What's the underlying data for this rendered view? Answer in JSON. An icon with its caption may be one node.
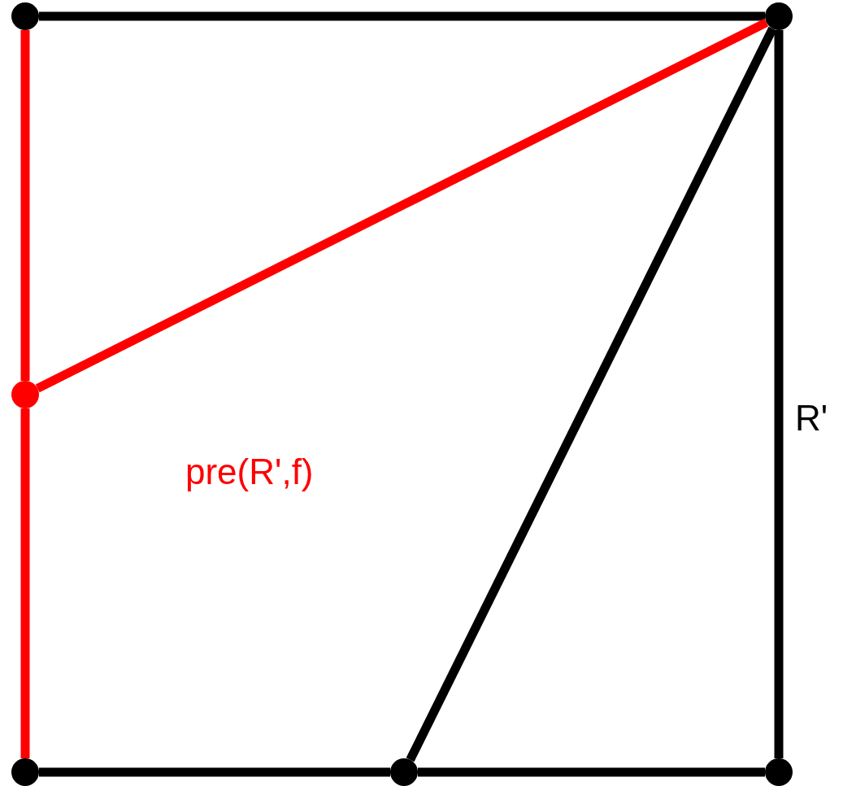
{
  "diagram": {
    "nodes": [
      {
        "text": [],
        "shape": "circle"
      },
      {
        "text": [],
        "shape": "circle"
      },
      {
        "text": [],
        "shape": "circle"
      },
      {
        "text": [],
        "shape": "circle"
      },
      {
        "text": [],
        "shape": "circle"
      },
      {
        "text": [],
        "shape": "circle"
      }
    ],
    "edges": [
      {
        "from": 0,
        "to": 1,
        "arrow": "none"
      },
      {
        "from": 0,
        "to": 2,
        "arrow": "none",
        "color": "#ff0000"
      },
      {
        "from": 2,
        "to": 3,
        "arrow": "none",
        "color": "#ff0000"
      },
      {
        "from": 2,
        "to": 1,
        "arrow": "none",
        "color": "#ff0000"
      },
      {
        "from": 1,
        "to": 4,
        "arrow": "none"
      },
      {
        "from": 1,
        "to": 5,
        "arrow": "none"
      },
      {
        "from": 3,
        "to": 4,
        "arrow": "none"
      },
      {
        "from": 4,
        "to": 5,
        "arrow": "none"
      }
    ],
    "labels": [
      "R'",
      "pre(R',f)"
    ]
  }
}
